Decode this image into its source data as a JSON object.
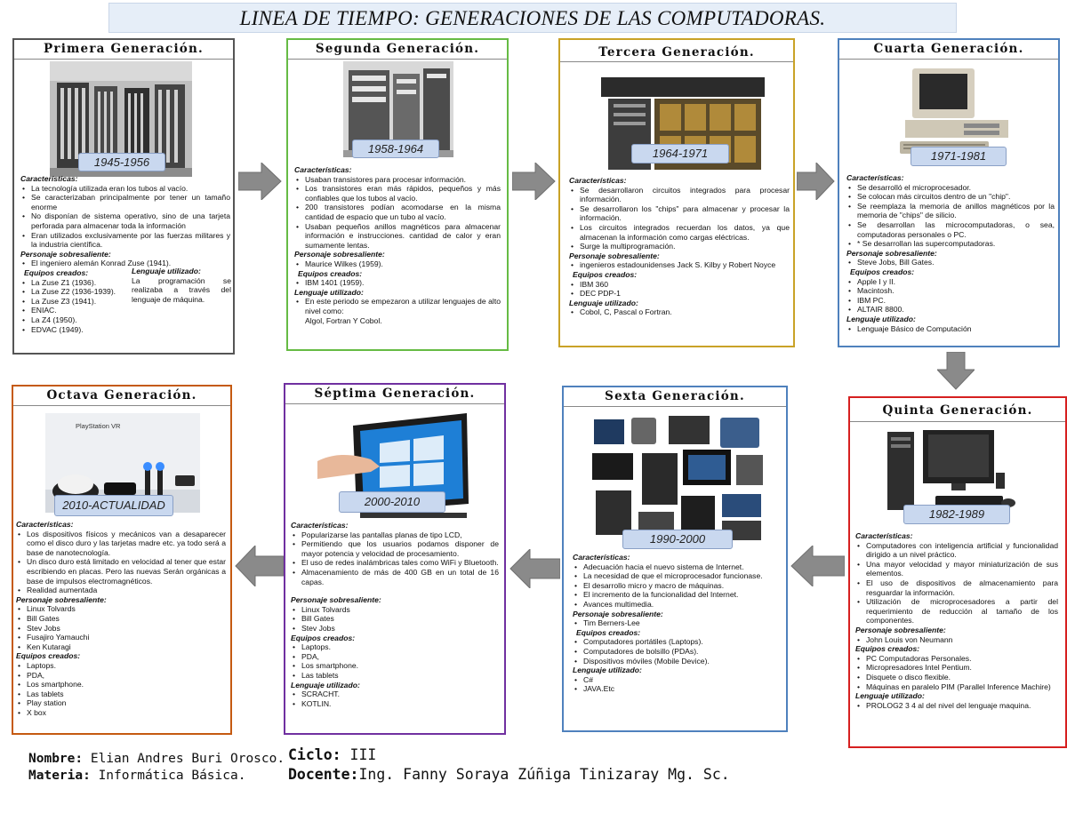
{
  "title": "LINEA DE TIEMPO: GENERACIONES DE LAS COMPUTADORAS.",
  "colors": {
    "gen1": "#4a5a7a",
    "gen2": "#66bb44",
    "gen3": "#c9a227",
    "gen4": "#4f81bd",
    "gen5": "#d62020",
    "gen6": "#4f81bd",
    "gen7": "#7030a0",
    "gen8": "#c55a11",
    "badge": "#c9d8ef",
    "arrow": "#8a8a8a"
  },
  "labels": {
    "caracteristicas": "Características:",
    "personaje": "Personaje sobresaliente:",
    "equipos": "Equipos creados:",
    "lenguaje": "Lenguaje utilizado:"
  },
  "gen1": {
    "title": "Primera Generación.",
    "date": "1945-1956",
    "caracteristicas": [
      "La tecnología utilizada eran los tubos al vacío.",
      "Se caracterizaban principalmente por tener un tamaño enorme",
      "No disponían de sistema operativo, sino de una tarjeta perforada para almacenar toda la información",
      "Eran utilizados exclusivamente por las fuerzas militares y la industria científica."
    ],
    "personaje": [
      "El ingeniero alemán Konrad Zuse (1941)."
    ],
    "equipos": [
      "La Zuse Z1 (1936).",
      "La Zuse Z2 (1936-1939).",
      "La Zuse Z3 (1941).",
      "ENIAC.",
      "La Z4 (1950).",
      "EDVAC (1949)."
    ],
    "lenguaje_label": "Lenguaje utilizado:",
    "lenguaje_text": "La programación se realizaba a través del lenguaje de máquina."
  },
  "gen2": {
    "title": "Segunda Generación.",
    "date": "1958-1964",
    "caracteristicas": [
      "Usaban transistores para procesar información.",
      "Los transistores eran más rápidos, pequeños y más confiables que los tubos al vacío.",
      "200 transistores podían acomodarse en la misma cantidad de espacio que un tubo al vacío.",
      "Usaban pequeños anillos magnéticos para almacenar información e instrucciones. cantidad de calor y eran sumamente lentas."
    ],
    "personaje": [
      "Maurice Wilkes (1959)."
    ],
    "equipos": [
      "IBM 1401 (1959)."
    ],
    "lenguaje": [
      "En este periodo se empezaron a utilizar lenguajes de alto nivel como:"
    ],
    "lenguaje_extra": "Algol, Fortran Y Cobol."
  },
  "gen3": {
    "title": "Tercera Generación.",
    "date": "1964-1971",
    "caracteristicas": [
      "Se desarrollaron circuitos integrados para procesar información.",
      "Se desarrollaron los \"chips\" para almacenar y procesar la información.",
      "Los circuitos integrados recuerdan los datos, ya que almacenan la información como cargas eléctricas.",
      "Surge la multiprogramación."
    ],
    "personaje": [
      "ingenieros estadounidenses Jack S. Kilby y Robert Noyce"
    ],
    "equipos": [
      "IBM 360",
      "DEC PDP-1"
    ],
    "lenguaje": [
      "Cobol, C, Pascal o Fortran."
    ]
  },
  "gen4": {
    "title": "Cuarta Generación.",
    "date": "1971-1981",
    "caracteristicas": [
      "Se desarrolló el microprocesador.",
      "Se colocan más circuitos dentro de un \"chip\".",
      "Se reemplaza la memoria de anillos magnéticos por la memoria de \"chips\" de silicio.",
      "Se desarrollan las microcomputadoras, o sea, computadoras personales o PC.",
      "* Se desarrollan las supercomputadoras."
    ],
    "personaje": [
      "Steve Jobs, Bill Gates."
    ],
    "equipos": [
      "Apple I y II.",
      "Macintosh.",
      "IBM PC.",
      "ALTAIR 8800."
    ],
    "lenguaje": [
      "Lenguaje Básico de Computación"
    ]
  },
  "gen5": {
    "title": "Quinta Generación.",
    "date": "1982-1989",
    "caracteristicas": [
      "Computadores con inteligencia artificial y funcionalidad dirigido a un nivel práctico.",
      "Una mayor velocidad y mayor miniaturización de sus elementos.",
      "El uso de dispositivos de almacenamiento para resguardar la información.",
      "Utilización de microprocesadores a partir del requerimiento de reducción al tamaño de los componentes."
    ],
    "personaje": [
      "John Louis von Neumann"
    ],
    "equipos": [
      "PC Computadoras Personales.",
      "Micropresadores Intel Pentium.",
      "Disquete o disco flexible.",
      "Máquinas en paralelo PIM (Parallel Inference Machire)"
    ],
    "lenguaje": [
      "PROLOG2 3 4 al del nivel del lenguaje maquina."
    ]
  },
  "gen6": {
    "title": "Sexta Generación.",
    "date": "1990-2000",
    "caracteristicas": [
      "Adecuación hacia el nuevo sistema de Internet.",
      "La necesidad de que el microprocesador funcionase.",
      "El desarrollo micro y macro de máquinas.",
      "El incremento de la funcionalidad del Internet.",
      "Avances multimedia."
    ],
    "personaje": [
      "Tim Berners-Lee"
    ],
    "equipos": [
      "Computadores portátiles (Laptops).",
      "Computadores de bolsillo (PDAs).",
      "Dispositivos móviles (Mobile Device)."
    ],
    "lenguaje": [
      "C#",
      "JAVA.Etc"
    ]
  },
  "gen7": {
    "title": "Séptima Generación.",
    "date": "2000-2010",
    "caracteristicas": [
      "Popularizarse las pantallas planas de tipo LCD,",
      "Permitiendo que los usuarios podamos disponer de mayor potencia y velocidad de procesamiento.",
      "El uso de redes inalámbricas tales como WiFi y Bluetooth.",
      "Almacenamiento de más de 400 GB en un total de 16 capas."
    ],
    "personaje": [
      "Linux Tolvards",
      "Bill Gates",
      "Stev Jobs"
    ],
    "equipos": [
      "Laptops.",
      "PDA,",
      "Los smartphone.",
      "Las tablets"
    ],
    "lenguaje": [
      "SCRACHT.",
      "KOTLIN."
    ]
  },
  "gen8": {
    "title": "Octava Generación.",
    "date": "2010-ACTUALIDAD",
    "photo_brand": "PlayStation VR",
    "caracteristicas": [
      "Los dispositivos físicos y mecánicos van a desaparecer como el disco duro y las tarjetas madre etc. ya todo será a base de nanotecnología.",
      "Un disco duro está limitado en velocidad al tener que estar escribiendo en placas. Pero las nuevas Serán orgánicas a base de impulsos electromagnéticos.",
      "Realidad aumentada"
    ],
    "personaje": [
      "Linux Tolvards",
      "Bill Gates",
      "Stev Jobs",
      "Fusajiro Yamauchi",
      "Ken Kutaragi"
    ],
    "equipos": [
      "Laptops.",
      "PDA,",
      "Los smartphone.",
      "Las tablets",
      "Play station",
      "X box"
    ]
  },
  "footer": {
    "nombre_label": "Nombre:",
    "nombre": "Elian Andres Buri Orosco.",
    "materia_label": "Materia:",
    "materia": "Informática Básica.",
    "ciclo_label": "Ciclo:",
    "ciclo": "III",
    "docente_label": "Docente:",
    "docente": "Ing. Fanny Soraya Zúñiga Tinizaray Mg. Sc."
  }
}
